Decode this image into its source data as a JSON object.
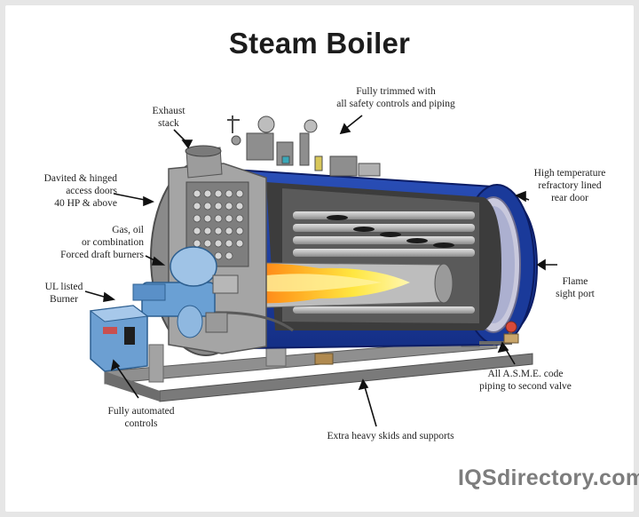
{
  "title": "Steam Boiler",
  "brand": "IQSdirectory.com",
  "labels": {
    "exhaust_stack": "Exhaust\nstack",
    "fully_trimmed": "Fully trimmed with\nall safety controls and piping",
    "davited_doors": "Davited & hinged\naccess doors\n40 HP & above",
    "gas_oil_burners": "Gas, oil\nor combination\nForced draft burners",
    "ul_burner": "UL listed\nBurner",
    "high_temp_door": "High temperature\nrefractory lined\nrear door",
    "flame_port": "Flame\nsight port",
    "asme_piping": "All A.S.M.E. code\npiping to second valve",
    "automated_controls": "Fully automated\ncontrols",
    "skids_supports": "Extra heavy skids and supports"
  },
  "colors": {
    "shell_blue": "#1f3f9e",
    "shell_dark": "#0f2070",
    "gray": "#9a9a9a",
    "flame_yellow": "#ffe23a",
    "flame_orange": "#ff8a1a",
    "burner_blue": "#7db0dd"
  }
}
